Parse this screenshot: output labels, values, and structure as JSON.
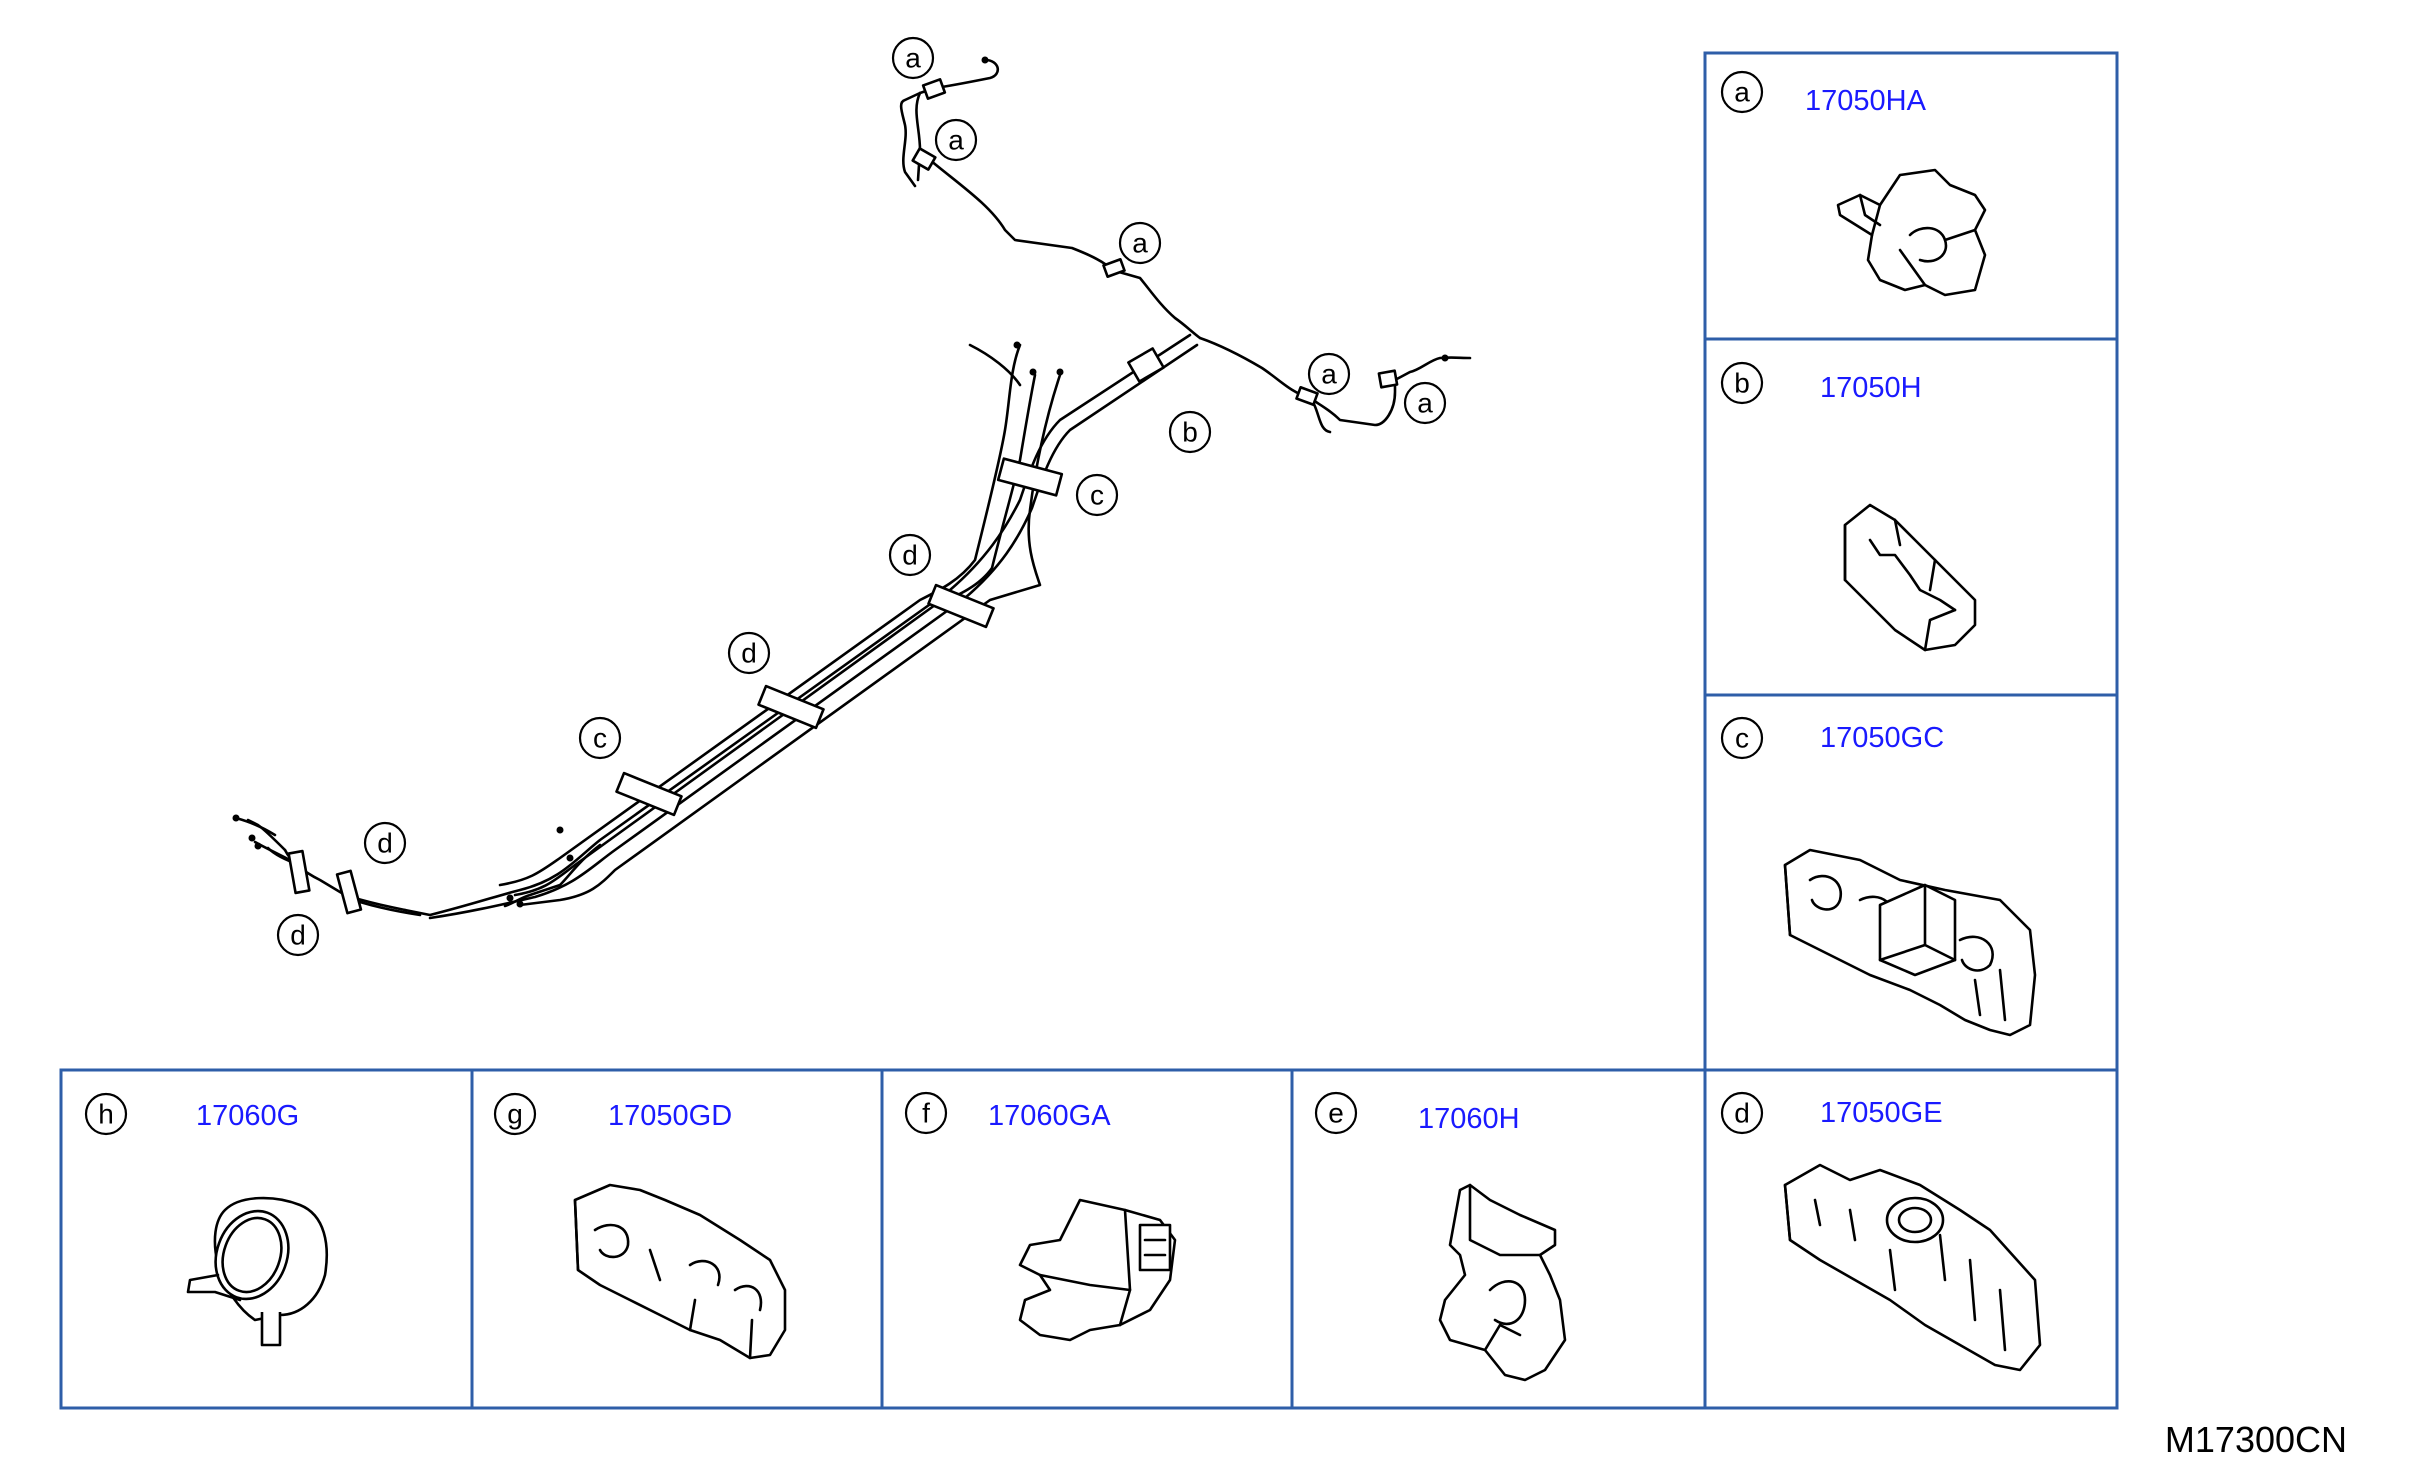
{
  "diagram_code": "M17300CN",
  "callouts": [
    "a",
    "a",
    "a",
    "a",
    "a",
    "b",
    "c",
    "d",
    "d",
    "c",
    "d",
    "d"
  ],
  "parts": [
    {
      "letter": "a",
      "part_no": "17050HA"
    },
    {
      "letter": "b",
      "part_no": "17050H"
    },
    {
      "letter": "c",
      "part_no": "17050GC"
    },
    {
      "letter": "d",
      "part_no": "17050GE"
    },
    {
      "letter": "e",
      "part_no": "17060H"
    },
    {
      "letter": "f",
      "part_no": "17060GA"
    },
    {
      "letter": "g",
      "part_no": "17050GD"
    },
    {
      "letter": "h",
      "part_no": "17060G"
    }
  ]
}
